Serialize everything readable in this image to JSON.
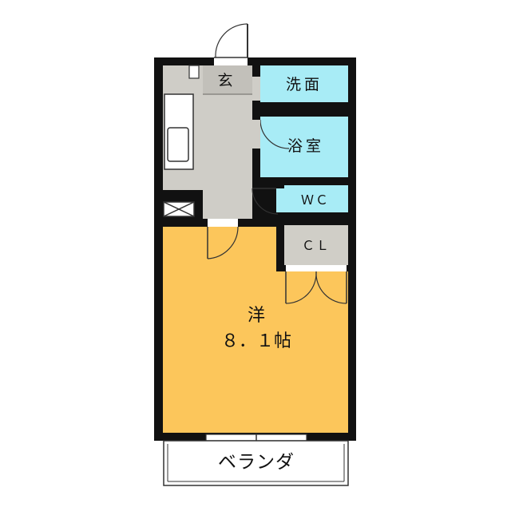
{
  "rooms": {
    "entrance": "玄",
    "washroom": "洗面",
    "bathroom": "浴室",
    "toilet": "ＷＣ",
    "closet": "ＣＬ",
    "western_room": "洋",
    "western_room_size": "８．１帖",
    "balcony": "ベランダ"
  },
  "colors": {
    "wall": "#111111",
    "western_room": "#fcc65b",
    "wet_area": "#a8ecf6",
    "floor_gray": "#cfcdc7",
    "closet_gray": "#d0cec7",
    "background": "#ffffff"
  }
}
